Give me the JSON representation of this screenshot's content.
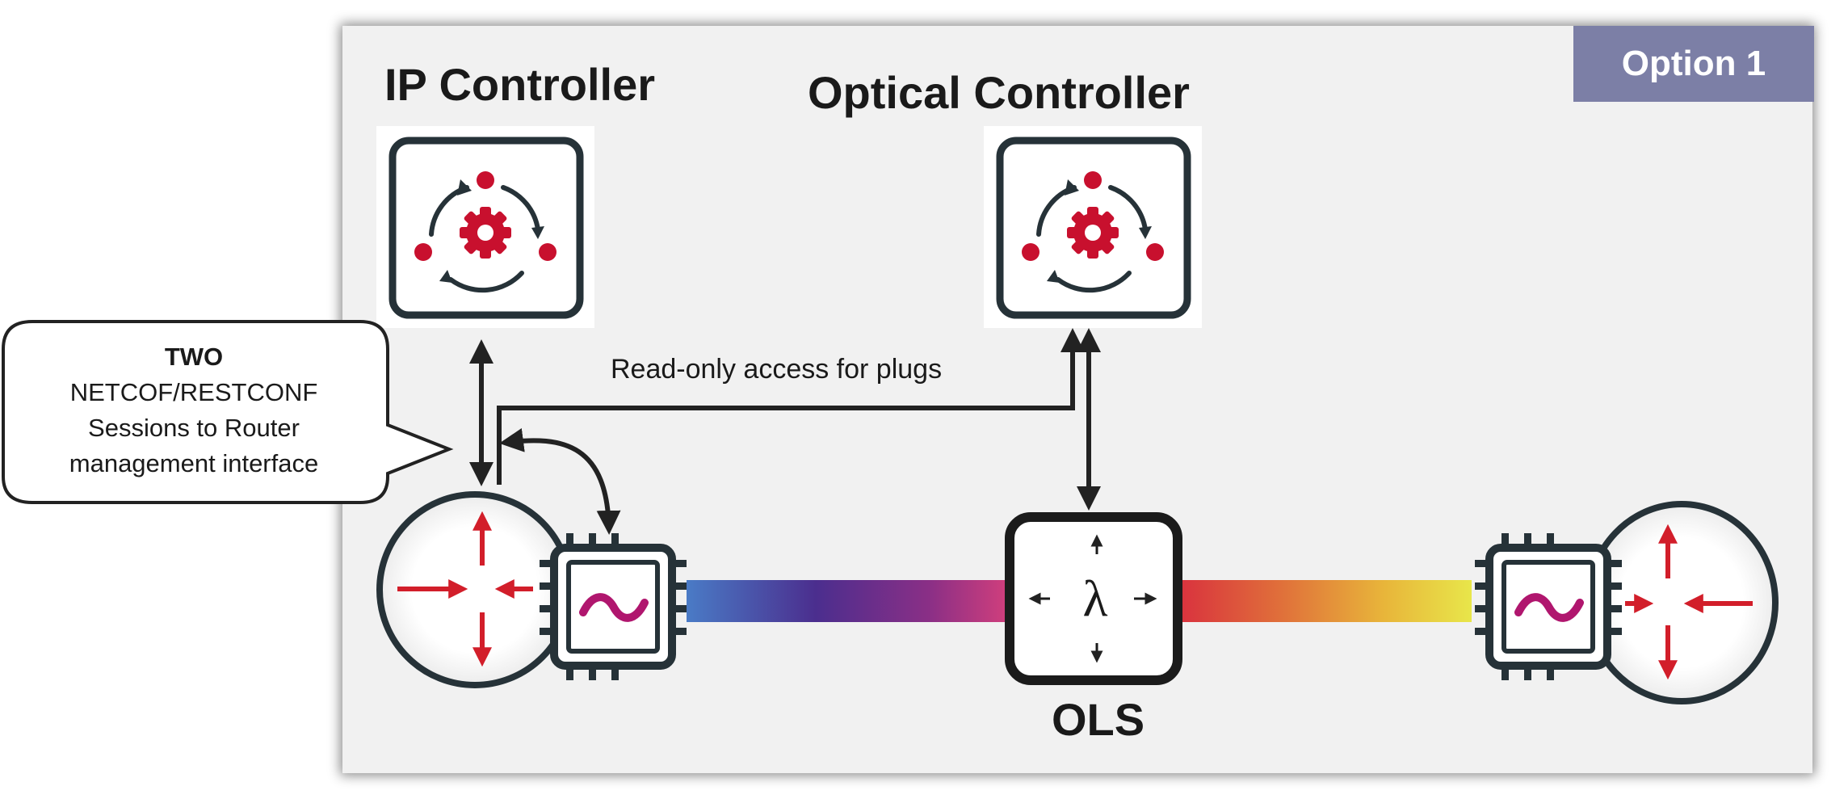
{
  "badge": {
    "label": "Option 1"
  },
  "ip_controller": {
    "title": "IP Controller"
  },
  "optical_controller": {
    "title": "Optical Controller"
  },
  "link": {
    "label": "Read-only access for plugs"
  },
  "callout": {
    "line1": "TWO",
    "line2": "NETCOF/RESTCONF",
    "line3": "Sessions to Router",
    "line4": "management interface"
  },
  "ols": {
    "label": "OLS",
    "symbol": "λ"
  },
  "plug": {
    "symbol": "~"
  },
  "colors": {
    "panel": "#f1f1f1",
    "badge": "#7c7fa6",
    "accent_red": "#c8102e",
    "icon_dark": "#263238"
  }
}
